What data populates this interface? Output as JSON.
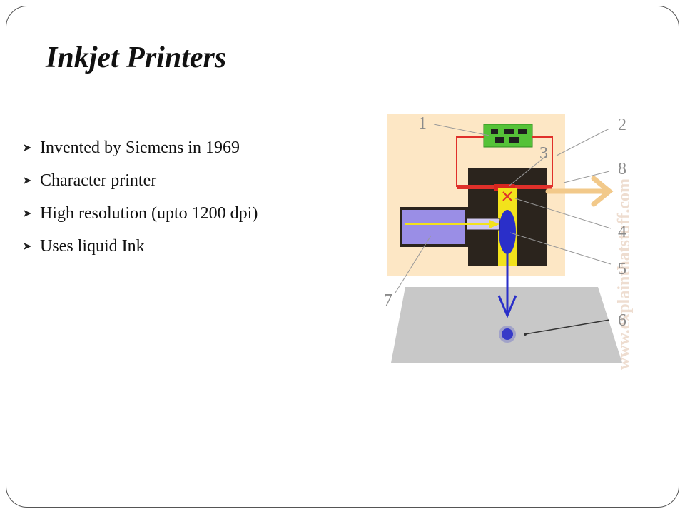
{
  "slide": {
    "title": "Inkjet Printers",
    "bullets": [
      "Invented by Siemens in 1969",
      "Character printer",
      "High resolution (upto 1200 dpi)",
      "Uses liquid Ink"
    ],
    "bullet_icon": "arrowhead-bullet-icon"
  },
  "diagram": {
    "labels": [
      "1",
      "2",
      "3",
      "4",
      "5",
      "6",
      "7",
      "8"
    ],
    "watermark": "www.explainthatstuff.com",
    "colors": {
      "background": "#fde7c5",
      "circuit_board": "#55c238",
      "wire": "#e0302a",
      "print_head": "#2b241d",
      "nozzle_channel": "#f2e21c",
      "ink_drop": "#2a2fc9",
      "paper": "#c8c8c8",
      "ink_reservoir": "#9a8ee6"
    }
  }
}
